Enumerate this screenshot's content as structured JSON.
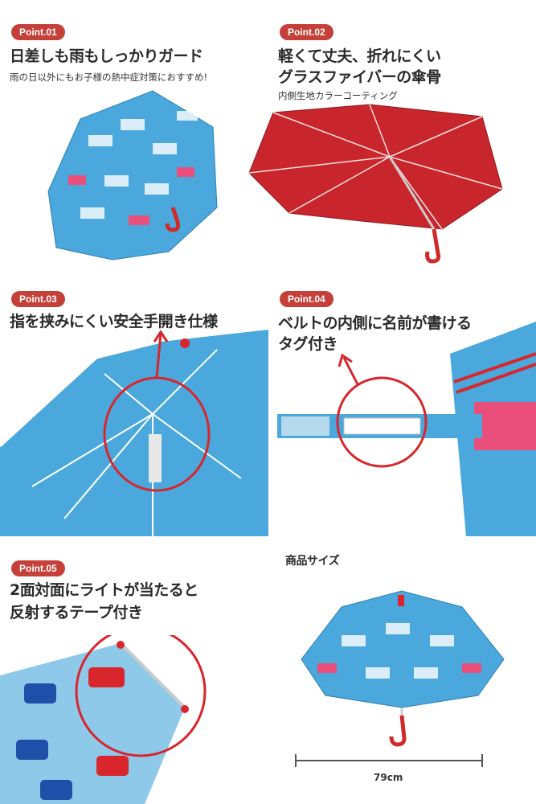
{
  "points": [
    {
      "badge": "Point.01",
      "title_lines": [
        "日差しも雨もしっかりガード"
      ],
      "subtitle": "雨の日以外にもお子様の熱中症対策におすすめ!"
    },
    {
      "badge": "Point.02",
      "title_lines": [
        "軽くて丈夫、折れにくい",
        "グラスファイバーの傘骨"
      ],
      "subtitle": "内側生地カラーコーティング"
    },
    {
      "badge": "Point.03",
      "title_lines": [
        "指を挟みにくい安全手開き仕様"
      ]
    },
    {
      "badge": "Point.04",
      "title_lines": [
        "ベルトの内側に名前が書ける",
        "タグ付き"
      ]
    },
    {
      "badge": "Point.05",
      "title_lines": [
        "2面対面にライトが当たると",
        "反射するテープ付き"
      ]
    }
  ],
  "size_section": {
    "heading": "商品サイズ",
    "width_label": "79cm"
  },
  "colors": {
    "badge": "#c6403a",
    "umbrella_blue": "#4aa8dc",
    "umbrella_red": "#c8262c",
    "annotation_red": "#d8262c"
  }
}
